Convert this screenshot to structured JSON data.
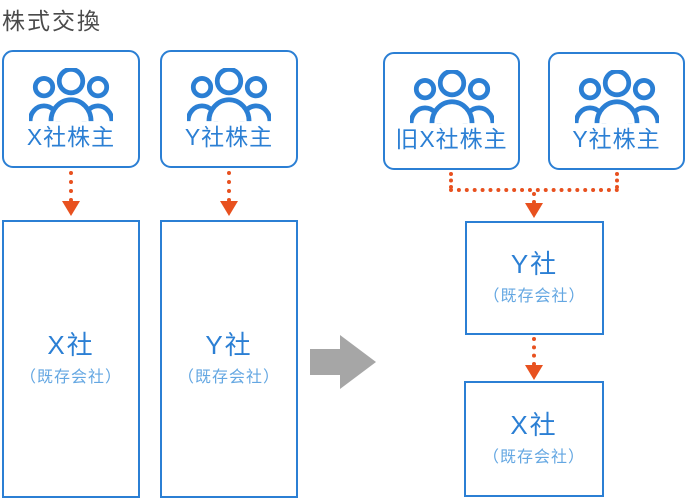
{
  "title": "株式交換",
  "colors": {
    "blue": "#2b7fd4",
    "light_blue": "#64a7e2",
    "orange": "#e8511f",
    "gray": "#a6a6a6",
    "title_text": "#4a4a4a"
  },
  "icons": {
    "shareholders": "people-group-icon",
    "flow": "dotted-down-arrow-icon",
    "transform": "right-arrow-icon"
  },
  "before": {
    "shareholder_boxes": [
      {
        "label": "X社株主"
      },
      {
        "label": "Y社株主"
      }
    ],
    "company_boxes": [
      {
        "name": "X社",
        "subtitle": "（既存会社）"
      },
      {
        "name": "Y社",
        "subtitle": "（既存会社）"
      }
    ]
  },
  "after": {
    "shareholder_boxes": [
      {
        "label": "旧X社株主"
      },
      {
        "label": "Y社株主"
      }
    ],
    "company_boxes": [
      {
        "name": "Y社",
        "subtitle": "（既存会社）"
      },
      {
        "name": "X社",
        "subtitle": "（既存会社）"
      }
    ]
  }
}
